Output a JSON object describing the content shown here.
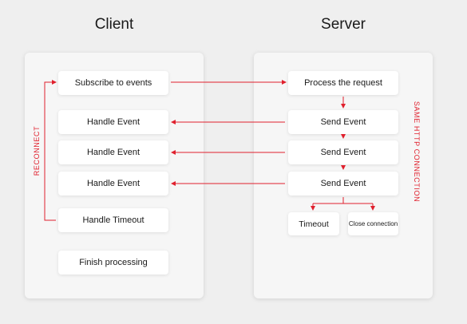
{
  "titles": {
    "client": "Client",
    "server": "Server"
  },
  "client_boxes": {
    "subscribe": "Subscribe to events",
    "handle_event_1": "Handle Event",
    "handle_event_2": "Handle Event",
    "handle_event_3": "Handle Event",
    "handle_timeout": "Handle Timeout",
    "finish": "Finish processing"
  },
  "server_boxes": {
    "process": "Process the request",
    "send_event_1": "Send Event",
    "send_event_2": "Send Event",
    "send_event_3": "Send Event",
    "timeout": "Timeout",
    "close_connection": "Close connection"
  },
  "side_labels": {
    "reconnect": "RECONNECT",
    "same_connection": "SAME HTTP CONNECTION"
  },
  "colors": {
    "accent": "#e0202d"
  }
}
